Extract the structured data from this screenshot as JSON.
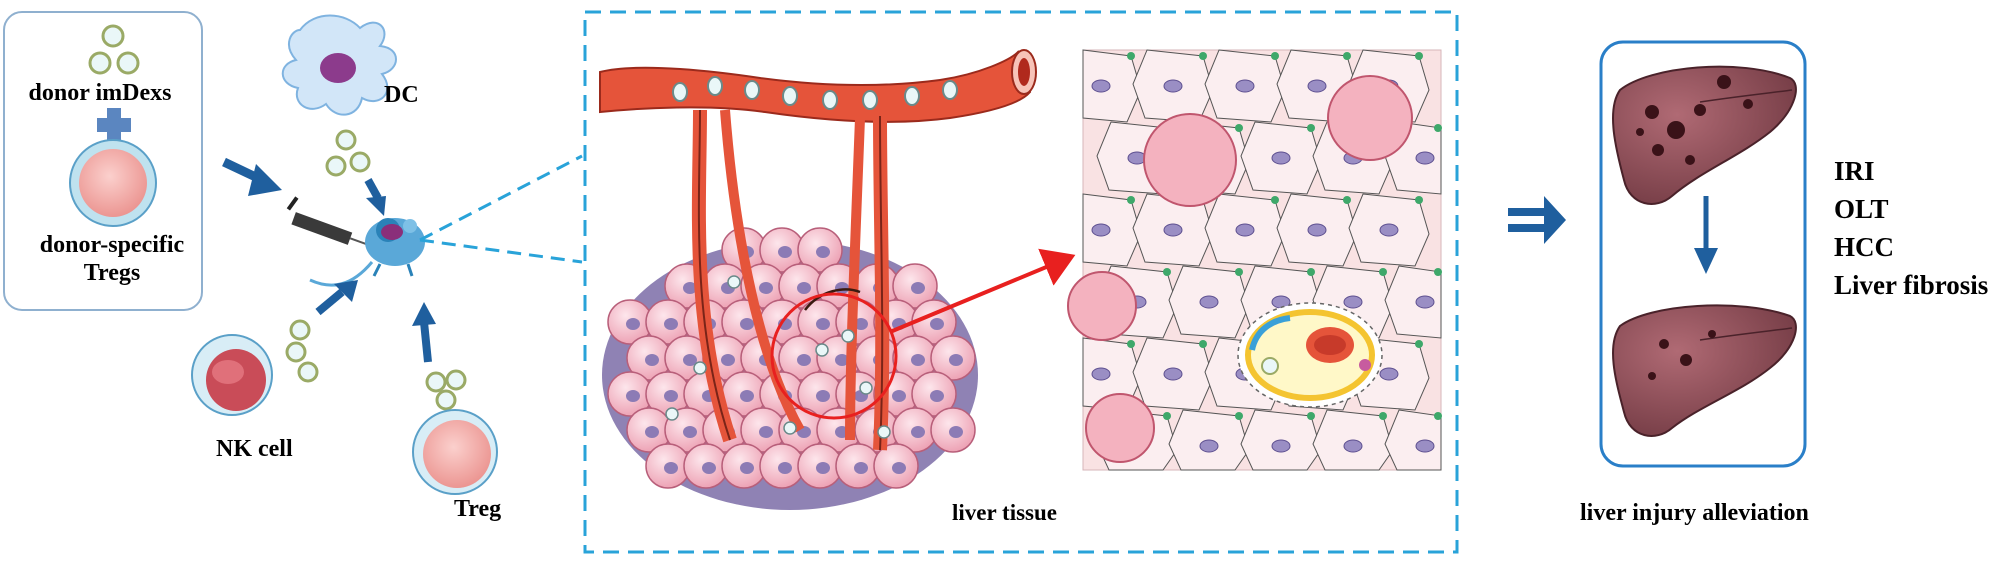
{
  "labels": {
    "donor_imdexs": "donor imDexs",
    "plus": "+",
    "donor_specific_tregs_line1": "donor-specific",
    "donor_specific_tregs_line2": "Tregs",
    "dc": "DC",
    "nk_cell": "NK cell",
    "treg": "Treg",
    "liver_tissue": "liver tissue",
    "liver_injury_alleviation": "liver injury alleviation"
  },
  "conditions": [
    "IRI",
    "OLT",
    "HCC",
    "Liver fibrosis"
  ],
  "colors": {
    "arrow_blue": "#1f5f9e",
    "dash_cyan": "#29a3d9",
    "vessel_red": "#e5543a",
    "pointer_red": "#e8201f",
    "hepatocyte_pink": "#f4b8c4",
    "nucleus_purple": "#8c7bb5",
    "liver_brown": "#8c4a52",
    "treg_pink": "#f2a9a6"
  }
}
